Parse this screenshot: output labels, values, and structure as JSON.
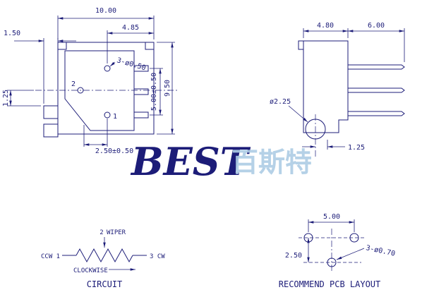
{
  "watermark": {
    "latin": "BEST",
    "cjk": "百斯特"
  },
  "front_view": {
    "dim_width_total": "10.00",
    "dim_width_partial": "4.85",
    "dim_tab_width": "1.50",
    "dim_tab_offset": "1.25",
    "dim_height": "9.50",
    "dim_pin_span": "5.00±0.50",
    "dim_pin1_offset": "2.50±0.50",
    "callout_holes": "3-ø0.50",
    "label_pin_2": "2",
    "label_pin_1": "1"
  },
  "side_view": {
    "dim_body_depth": "4.80",
    "dim_pin_length": "6.00",
    "callout_screw": "ø2.25",
    "dim_foot_offset": "1.25"
  },
  "circuit": {
    "label_wiper_pin": "2",
    "label_wiper": "WIPER",
    "label_ccw": "CCW 1",
    "label_cw": "3 CW",
    "label_clockwise": "CLOCKWISE",
    "caption": "CIRCUIT"
  },
  "pcb_layout": {
    "dim_hole_span": "5.00",
    "dim_row_offset": "2.50",
    "callout_holes": "3-ø0.70",
    "caption": "RECOMMEND PCB LAYOUT"
  },
  "colors": {
    "line": "#1c1c78",
    "watermark": "#aecde5",
    "background": "#ffffff"
  }
}
